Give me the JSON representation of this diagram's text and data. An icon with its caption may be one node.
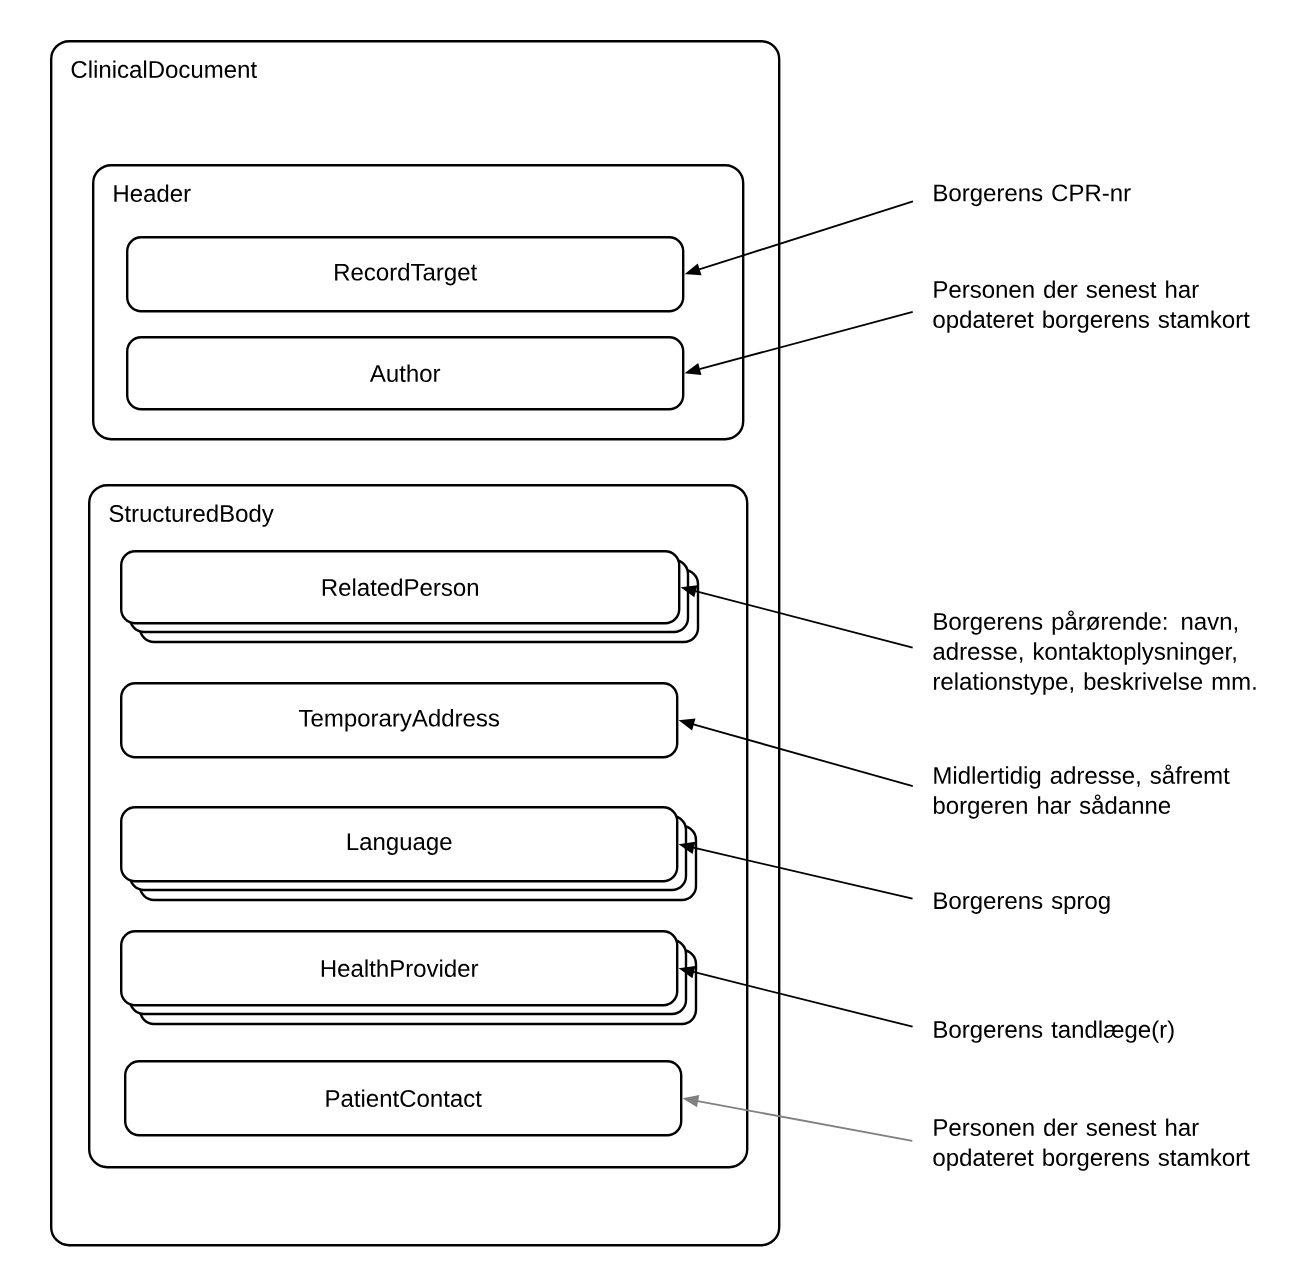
{
  "diagram": {
    "nodes": [
      {
        "text": [
          "ClinicalDocument"
        ]
      },
      {
        "text": [
          "Header"
        ],
        "in": 0
      },
      {
        "text": [
          "RecordTarget"
        ],
        "in": 1
      },
      {
        "text": [
          "Author"
        ],
        "in": 1
      },
      {
        "text": [
          "StructuredBody"
        ],
        "in": 0
      },
      {
        "text": [
          "RelatedPerson"
        ],
        "in": 4
      },
      {
        "text": [
          "TemporaryAddress"
        ],
        "in": 4
      },
      {
        "text": [
          "Language"
        ],
        "in": 4
      },
      {
        "text": [
          "HealthProvider"
        ],
        "in": 4
      },
      {
        "text": [
          "PatientContact"
        ],
        "in": 4
      },
      {
        "text": [
          "Borgerens CPR-nr"
        ]
      },
      {
        "text": [
          "Personen der senest har opdateret borgerens stamkort"
        ]
      },
      {
        "text": [
          "Borgerens pårørende: navn, adresse, kontaktoplysninger, relationstype, beskrivelse mm."
        ]
      },
      {
        "text": [
          "Midlertidig adresse, såfremt borgeren har sådanne"
        ]
      },
      {
        "text": [
          "Borgerens sprog"
        ]
      },
      {
        "text": [
          "Borgerens tandlæge(r)"
        ]
      },
      {
        "text": [
          "Personen der senest har opdateret borgerens stamkort"
        ]
      }
    ],
    "edges": [
      {
        "from": 10,
        "to": 2,
        "arrow": "to"
      },
      {
        "from": 11,
        "to": 3,
        "arrow": "to"
      },
      {
        "from": 12,
        "to": 5,
        "arrow": "to"
      },
      {
        "from": 13,
        "to": 6,
        "arrow": "to"
      },
      {
        "from": 14,
        "to": 7,
        "arrow": "to"
      },
      {
        "from": 15,
        "to": 8,
        "arrow": "to"
      },
      {
        "from": 16,
        "to": 9,
        "arrow": "to",
        "color": "#808080"
      }
    ]
  }
}
